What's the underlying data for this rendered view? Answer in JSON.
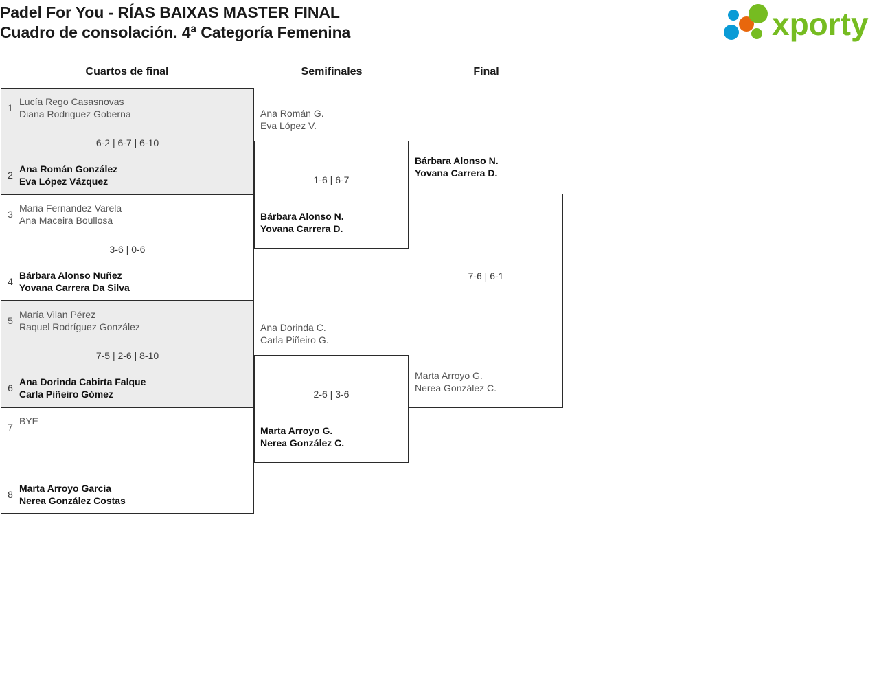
{
  "header": {
    "title_line1": "Padel For You - RÍAS BAIXAS MASTER FINAL",
    "title_line2": "Cuadro de consolación. 4ª Categoría Femenina",
    "logo_text": "xporty",
    "logo_colors": {
      "green": "#76bc21",
      "blue": "#0a9bd6",
      "orange": "#e8670c"
    }
  },
  "columns": {
    "round1": "Cuartos de final",
    "round2": "Semifinales",
    "round3": "Final"
  },
  "rounds": {
    "quarterfinals": [
      {
        "shaded": true,
        "score": "6-2 | 6-7 | 6-10",
        "top": {
          "seed": "1",
          "line1": "Lucía Rego Casasnovas",
          "line2": "Diana Rodriguez Goberna",
          "winner": false
        },
        "bottom": {
          "seed": "2",
          "line1": "Ana Román González",
          "line2": "Eva López Vázquez",
          "winner": true
        }
      },
      {
        "shaded": false,
        "score": "3-6 | 0-6",
        "top": {
          "seed": "3",
          "line1": "Maria Fernandez Varela",
          "line2": "Ana Maceira Boullosa",
          "winner": false
        },
        "bottom": {
          "seed": "4",
          "line1": "Bárbara Alonso Nuñez",
          "line2": "Yovana Carrera Da Silva",
          "winner": true
        }
      },
      {
        "shaded": true,
        "score": "7-5 | 2-6 | 8-10",
        "top": {
          "seed": "5",
          "line1": "María Vilan Pérez",
          "line2": "Raquel Rodríguez González",
          "winner": false
        },
        "bottom": {
          "seed": "6",
          "line1": "Ana Dorinda Cabirta Falque",
          "line2": "Carla Piñeiro Gómez",
          "winner": true
        }
      },
      {
        "shaded": false,
        "score": "",
        "top": {
          "seed": "7",
          "line1": "BYE",
          "line2": "",
          "winner": false
        },
        "bottom": {
          "seed": "8",
          "line1": "Marta Arroyo García",
          "line2": "Nerea González Costas",
          "winner": true
        }
      }
    ],
    "semifinals": [
      {
        "score": "1-6 | 6-7",
        "top": {
          "line1": "Ana Román G.",
          "line2": "Eva López V.",
          "winner": false
        },
        "bottom": {
          "line1": "Bárbara Alonso N.",
          "line2": "Yovana Carrera D.",
          "winner": true
        }
      },
      {
        "score": "2-6 | 3-6",
        "top": {
          "line1": "Ana Dorinda C.",
          "line2": "Carla Piñeiro G.",
          "winner": false
        },
        "bottom": {
          "line1": "Marta Arroyo G.",
          "line2": "Nerea González C.",
          "winner": true
        }
      }
    ],
    "final": [
      {
        "score": "7-6 | 6-1",
        "top": {
          "line1": "Bárbara Alonso N.",
          "line2": "Yovana Carrera D.",
          "winner": true
        },
        "bottom": {
          "line1": "Marta Arroyo G.",
          "line2": "Nerea González C.",
          "winner": false
        }
      }
    ]
  }
}
